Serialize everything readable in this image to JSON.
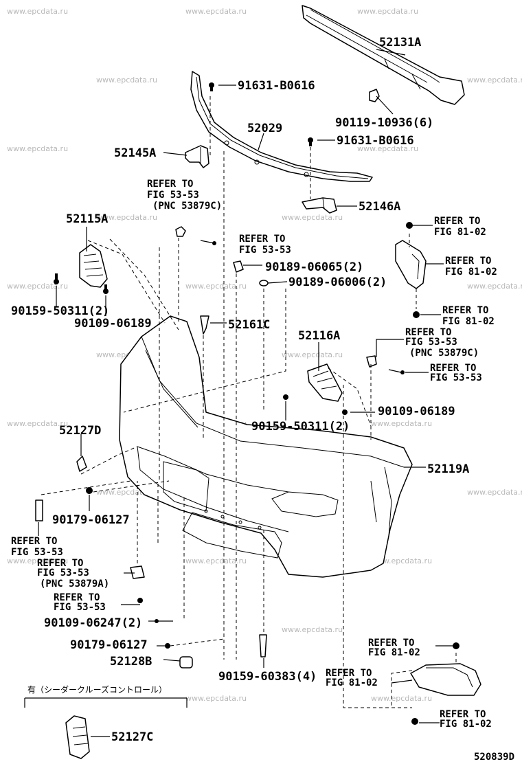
{
  "watermark": "www.epcdata.ru",
  "figure_code": "520839D",
  "note": {
    "bracket_text": "有（シーダークルーズコントロール）"
  },
  "labels": {
    "p52131A": "52131A",
    "p91631_top": "91631-B0616",
    "p90119": "90119-10936(6)",
    "p52029": "52029",
    "p52145A": "52145A",
    "p91631_mid": "91631-B0616",
    "refer_5353_pnc_top_1": "REFER TO",
    "refer_5353_pnc_top_2": "FIG 53-53",
    "refer_5353_pnc_top_3": "(PNC 53879C)",
    "p52146A": "52146A",
    "p52115A": "52115A",
    "refer_5353_a_1": "REFER TO",
    "refer_5353_a_2": "FIG 53-53",
    "refer_8102_a_1": "REFER TO",
    "refer_8102_a_2": "FIG 81-02",
    "refer_8102_b_1": "REFER TO",
    "refer_8102_b_2": "FIG 81-02",
    "p90189_06065": "90189-06065(2)",
    "p90189_06006": "90189-06006(2)",
    "p90159_50311_left": "90159-50311(2)",
    "p90109_06189_left": "90109-06189",
    "refer_8102_c_1": "REFER TO",
    "refer_8102_c_2": "FIG 81-02",
    "p52161C": "52161C",
    "p52116A": "52116A",
    "refer_5353_pnc_right_1": "REFER TO",
    "refer_5353_pnc_right_2": "FIG 53-53",
    "refer_5353_pnc_right_3": "(PNC 53879C)",
    "refer_5353_b_1": "REFER TO",
    "refer_5353_b_2": "FIG 53-53",
    "p90109_06189_right": "90109-06189",
    "p52127D": "52127D",
    "p90159_50311_right": "90159-50311(2)",
    "p52119A": "52119A",
    "p90179_06127_top": "90179-06127",
    "refer_5353_c_1": "REFER TO",
    "refer_5353_c_2": "FIG 53-53",
    "refer_5353_pnc_a_1": "REFER TO",
    "refer_5353_pnc_a_2": "FIG 53-53",
    "refer_5353_pnc_a_3": "(PNC 53879A)",
    "refer_5353_d_1": "REFER TO",
    "refer_5353_d_2": "FIG 53-53",
    "p90109_06247": "90109-06247(2)",
    "p90179_06127_bottom": "90179-06127",
    "refer_8102_d_1": "REFER TO",
    "refer_8102_d_2": "FIG 81-02",
    "p52128B": "52128B",
    "p90159_60383": "90159-60383(4)",
    "refer_8102_e_1": "REFER TO",
    "refer_8102_e_2": "FIG 81-02",
    "refer_8102_f_1": "REFER TO",
    "refer_8102_f_2": "FIG 81-02",
    "p52127C": "52127C"
  }
}
